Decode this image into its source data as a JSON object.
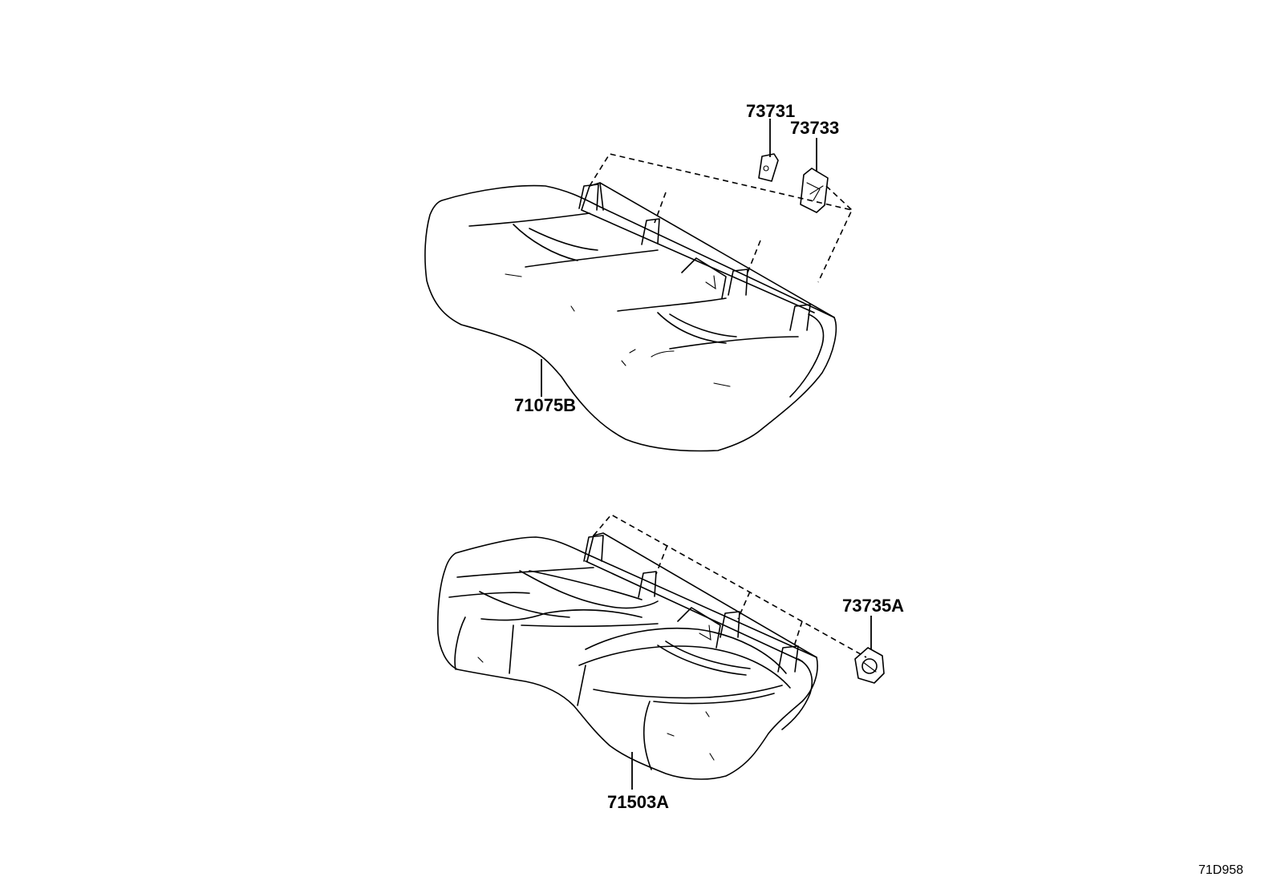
{
  "parts": {
    "seat_cover_upper": "71075B",
    "seat_cover_lower": "71503A",
    "clip_73731": "73731",
    "clip_73733": "73733",
    "clip_73735A": "73735A"
  },
  "drawing_code": "71D958"
}
